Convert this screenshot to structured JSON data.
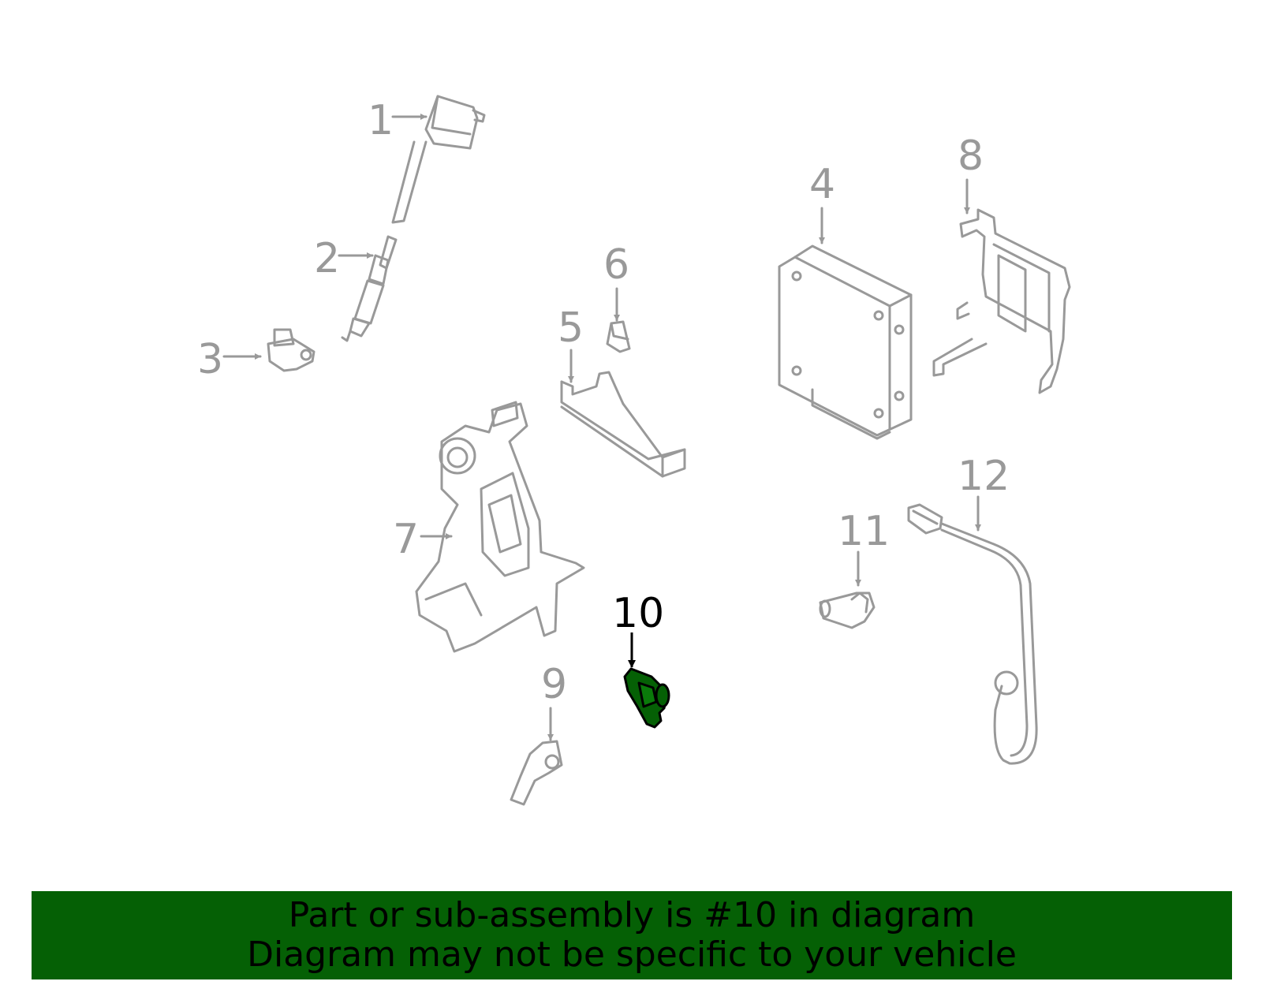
{
  "callouts": {
    "c1": "1",
    "c2": "2",
    "c3": "3",
    "c4": "4",
    "c5": "5",
    "c6": "6",
    "c7": "7",
    "c8": "8",
    "c9": "9",
    "c10": "10",
    "c11": "11",
    "c12": "12"
  },
  "highlighted_part": "10",
  "colors": {
    "part_outline": "#999999",
    "highlight_fill": "#056005",
    "highlight_outline": "#000000",
    "banner_background": "#056005",
    "banner_text": "#000000"
  },
  "banner": {
    "line1": "Part or sub-assembly is #10 in diagram",
    "line2": "Diagram may not be specific to your vehicle"
  }
}
